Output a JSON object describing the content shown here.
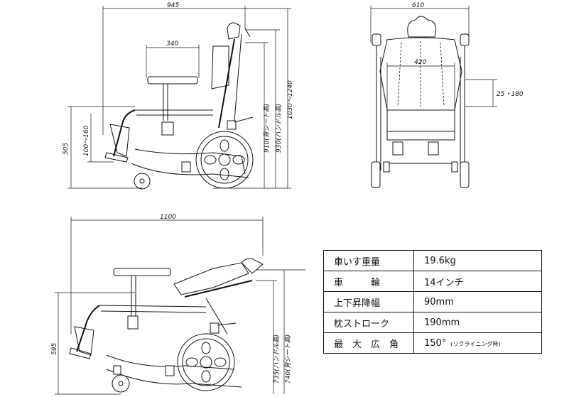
{
  "dimensions": {
    "side_width": "945",
    "seat_depth": "340",
    "seat_height": "505",
    "footrest_range": "100～160",
    "back_height": "910(背シート高)",
    "handle_height": "930(ハンドル高)",
    "headrest_range": "1030～1240",
    "front_width": "610",
    "seat_width": "420",
    "pillow_range": "25・180",
    "reclined_length": "1100",
    "reclined_height": "595",
    "reclined_handle": "735(ハンドル高)",
    "reclined_back": "740(背シート高)"
  },
  "specs": [
    {
      "label": "車いす重量",
      "value": "19.6kg"
    },
    {
      "label": "車　　　輪",
      "value": "14インチ"
    },
    {
      "label": "上下昇降幅",
      "value": "90mm"
    },
    {
      "label": "枕ストローク",
      "value": "190mm"
    },
    {
      "label": "最　大　広　角",
      "value": "150°",
      "note": "(リクライニング時)"
    }
  ]
}
